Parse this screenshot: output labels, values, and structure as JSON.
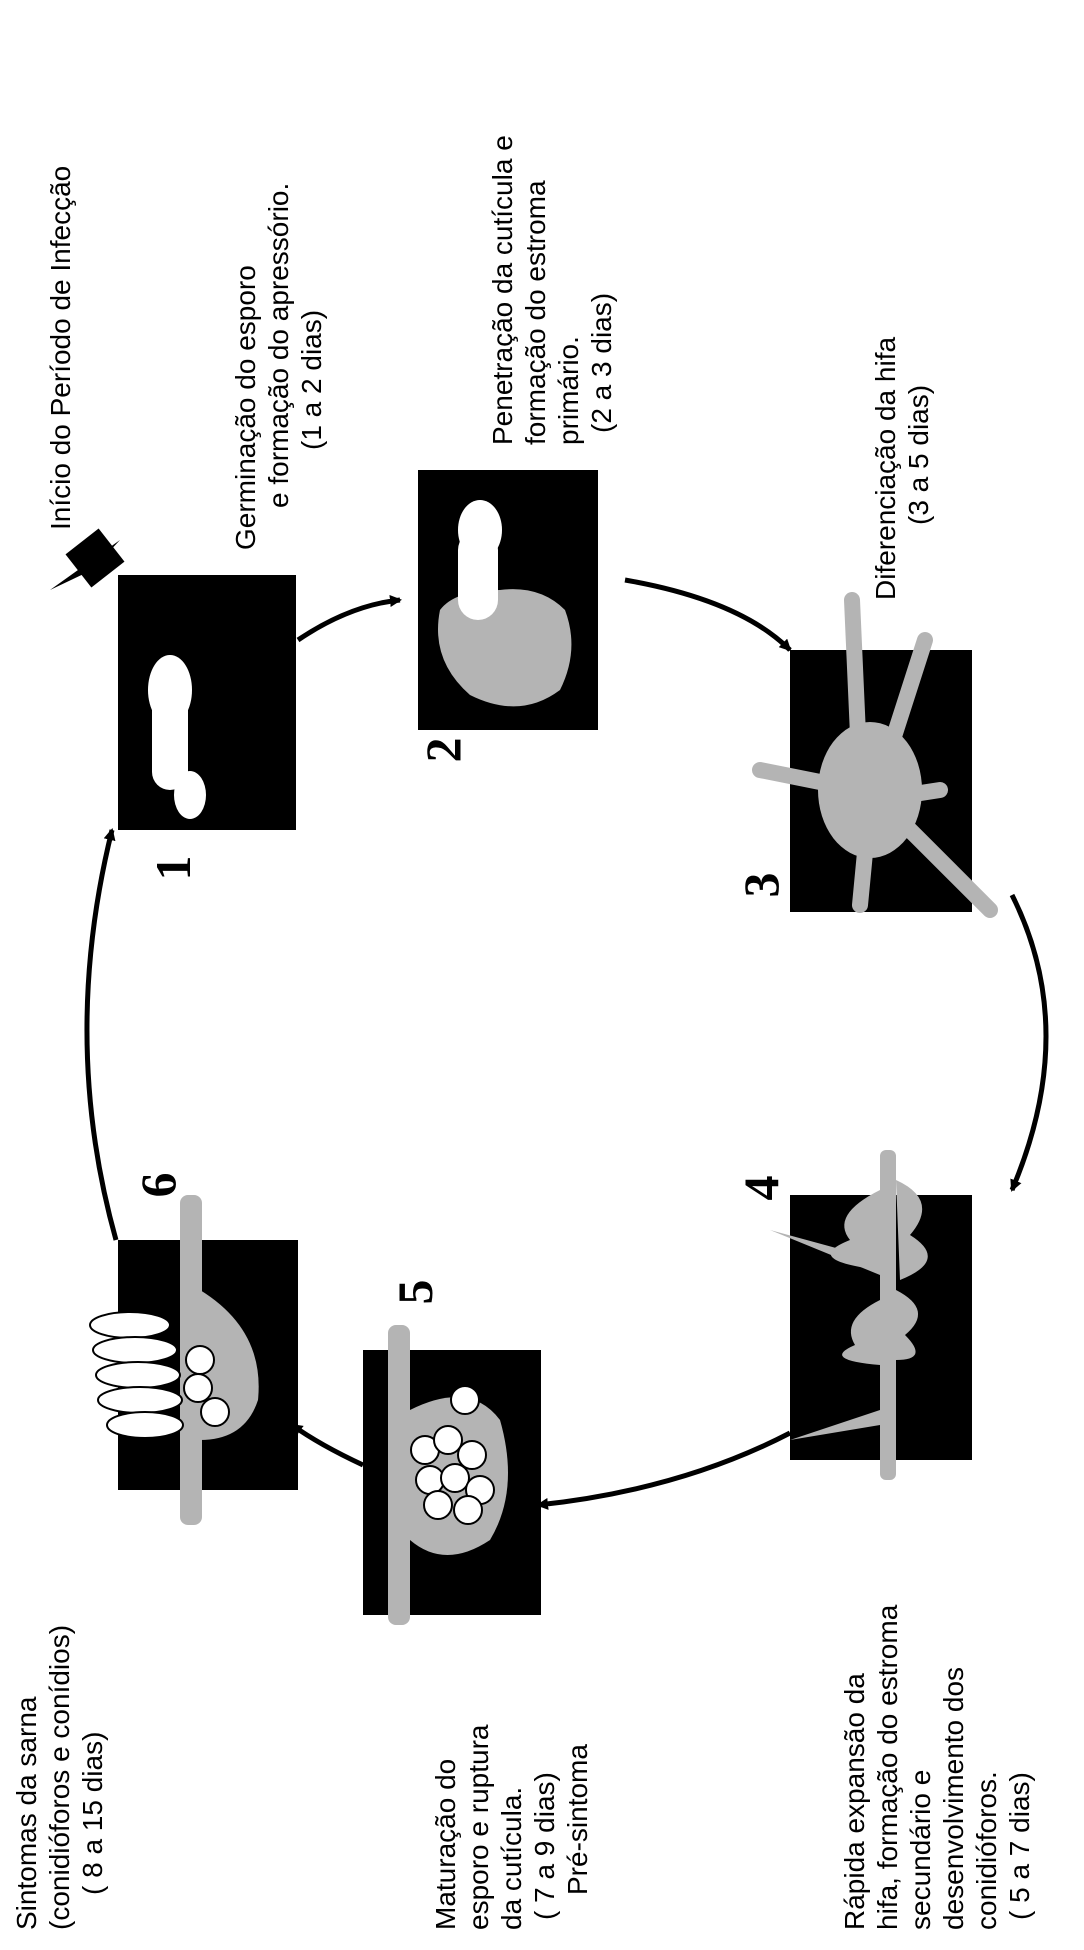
{
  "start_label": "Início do Período de Infecção",
  "stages": [
    {
      "number": "1",
      "lines": [
        "Germinação do esporo",
        "e formação do apressório.",
        "(1 a 2 dias)"
      ]
    },
    {
      "number": "2",
      "lines": [
        "Penetração da cutícula e",
        "formação do estroma",
        "primário.",
        "(2 a 3 dias)"
      ]
    },
    {
      "number": "3",
      "lines": [
        "Diferenciação da hifa",
        "(3 a 5 dias)"
      ]
    },
    {
      "number": "4",
      "lines": [
        "Rápida expansão da",
        "hifa, formação do estroma",
        "secundário e",
        "desenvolvimento dos",
        "conidióforos.",
        "( 5 a 7 dias)"
      ]
    },
    {
      "number": "5",
      "lines": [
        "Maturação do",
        "esporo e ruptura",
        "da cutícula.",
        "( 7 a 9 dias)",
        "Pré-sintoma"
      ]
    },
    {
      "number": "6",
      "lines": [
        "Sintomas da sarna",
        "(conidióforos e conídios)",
        "( 8 a 15 dias)"
      ]
    }
  ],
  "colors": {
    "box": "#000000",
    "tissue": "#b4b4b4",
    "spore": "#ffffff",
    "arrow": "#000000"
  }
}
